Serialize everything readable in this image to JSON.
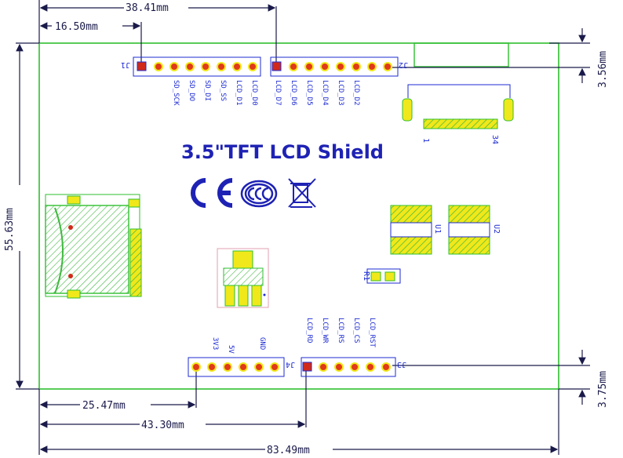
{
  "board": {
    "title": "3.5\"TFT LCD Shield",
    "certifications": [
      "CE",
      "CCC",
      "WEEE"
    ]
  },
  "dimensions": {
    "overall_width": "83.49mm",
    "overall_height": "55.63mm",
    "j2_offset": "38.41mm",
    "j1_offset": "16.50mm",
    "j4_offset": "25.47mm",
    "j3_offset": "43.30mm",
    "top_margin": "3.56mm",
    "bottom_margin": "3.75mm"
  },
  "headers": {
    "J1": {
      "ref": "J1",
      "pins": [
        "SD_SCK",
        "SD_DO",
        "SD_DI",
        "SD_SS",
        "LCD_D1",
        "LCD_D0"
      ]
    },
    "J2": {
      "ref": "J2",
      "pins": [
        "LCD_D7",
        "LCD_D6",
        "LCD_D5",
        "LCD_D4",
        "LCD_D3",
        "LCD_D2"
      ]
    },
    "J4": {
      "ref": "J4",
      "pins": [
        "3V3",
        "5V",
        "GND"
      ]
    },
    "J3": {
      "ref": "J3",
      "pins": [
        "LCD_RD",
        "LCD_WR",
        "LCD_RS",
        "LCD_CS",
        "LCD_RST"
      ]
    }
  },
  "components": {
    "u1": "U1",
    "u2": "U2",
    "r1": "R1",
    "fpc_pin1": "1",
    "fpc_pin34": "34"
  },
  "colors": {
    "outline": "#2fbf2f",
    "silkscreen": "#1d2bd1",
    "pad": "#f0e81a",
    "hatch": "#3fb83f",
    "dim_line": "#1a1a4a"
  }
}
